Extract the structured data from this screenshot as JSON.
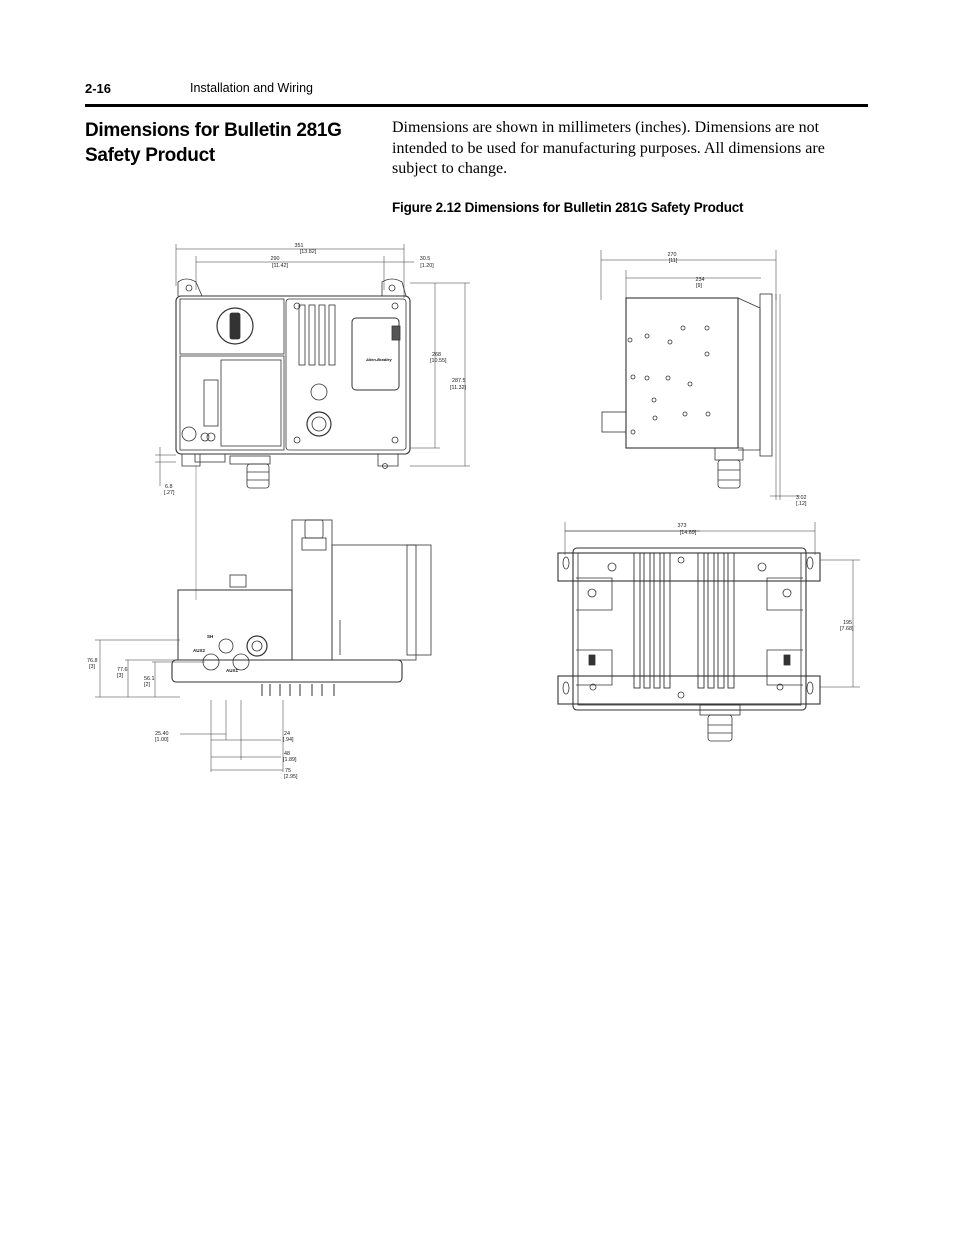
{
  "header": {
    "page_number": "2-16",
    "running_title": "Installation and Wiring"
  },
  "section": {
    "title": "Dimensions for Bulletin 281G Safety Product",
    "intro": "Dimensions are shown in millimeters (inches). Dimensions are not intended to be used for manufacturing purposes. All dimensions are subject to change."
  },
  "figure": {
    "caption": "Figure 2.12 Dimensions for Bulletin 281G Safety Product",
    "front_view": {
      "dim_overall_width": "351",
      "dim_overall_width_in": "[13.82]",
      "dim_mount_width": "290",
      "dim_mount_width_in": "[11.42]",
      "dim_offset": "30.5",
      "dim_offset_in": "[1.20]",
      "dim_height": "268",
      "dim_height_in": "[10.55]",
      "dim_overall_height": "287.5",
      "dim_overall_height_in": "[11.32]",
      "dim_bottom": "6.8",
      "dim_bottom_in": "[.27]",
      "brand": "Allen-Bradley"
    },
    "side_view": {
      "dim_depth": "270",
      "dim_depth_in": "[11]",
      "dim_body": "234",
      "dim_body_in": "[9]",
      "dim_flange": "3.02",
      "dim_flange_in": "[.12]"
    },
    "bottom_view": {
      "dim_76": "76.8",
      "dim_76_in": "[3]",
      "dim_77": "77.6",
      "dim_77_in": "[3]",
      "dim_56": "56.1",
      "dim_56_in": "[2]",
      "dim_25": "25.40",
      "dim_25_in": "[1.00]",
      "dim_24": "24",
      "dim_24_in": "[.94]",
      "dim_48": "48",
      "dim_48_in": "[1.89]",
      "dim_75": "75",
      "dim_75_in": "[2.95]",
      "label_sh": "SH",
      "label_aux2": "AUX2",
      "label_aux1": "AUX1"
    },
    "back_view": {
      "dim_width": "373",
      "dim_width_in": "[14.69]",
      "dim_height": "195",
      "dim_height_in": "[7.68]"
    }
  }
}
